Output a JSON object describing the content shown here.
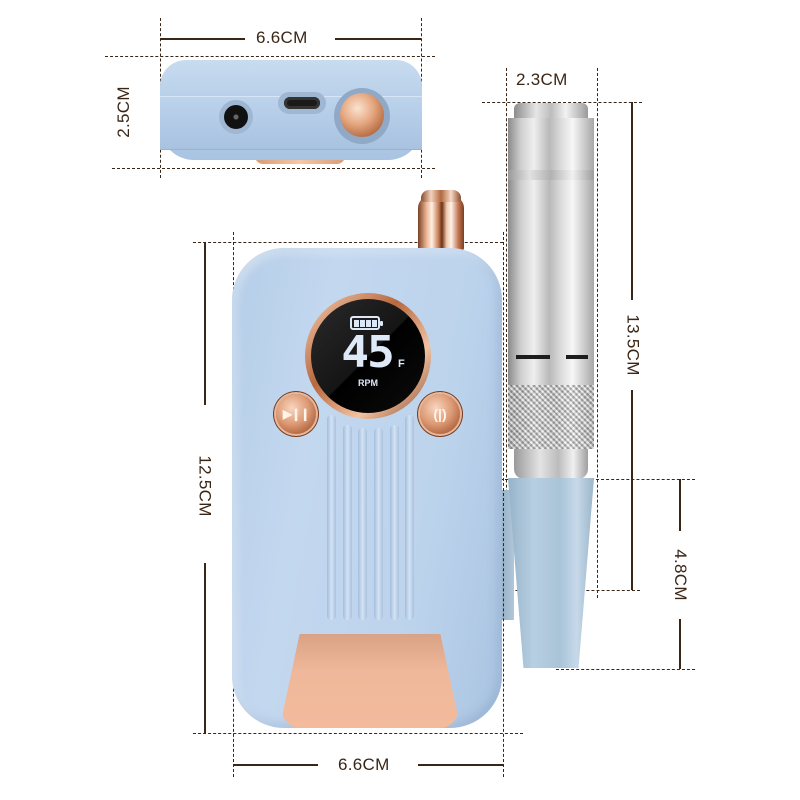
{
  "image": {
    "title": "Nail drill product dimensions",
    "colors": {
      "body_blue": "#bcd3ec",
      "rose_gold": "#e6a982",
      "dimension_line": "#3a2616",
      "screen_black": "#111111",
      "handpiece_silver": "#cfcfcf",
      "holder_blue": "#a9c3d8"
    }
  },
  "top_view": {
    "width_label": "6.6CM",
    "height_label": "2.5CM",
    "ports": [
      "dc-power-jack",
      "usb-c-port",
      "handpiece-socket-knob"
    ]
  },
  "front_view": {
    "height_label": "12.5CM",
    "width_label": "6.6CM",
    "display": {
      "battery_segments": 4,
      "speed_value": "45",
      "mode_letter": "F",
      "unit_label": "RPM"
    },
    "buttons": [
      {
        "name": "play-pause",
        "glyph": "▶❙❙"
      },
      {
        "name": "direction",
        "glyph": "(|)"
      }
    ],
    "groove_count": 6
  },
  "handpiece": {
    "diameter_label": "2.3CM",
    "length_label": "13.5CM",
    "holder_height_label": "4.8CM"
  }
}
